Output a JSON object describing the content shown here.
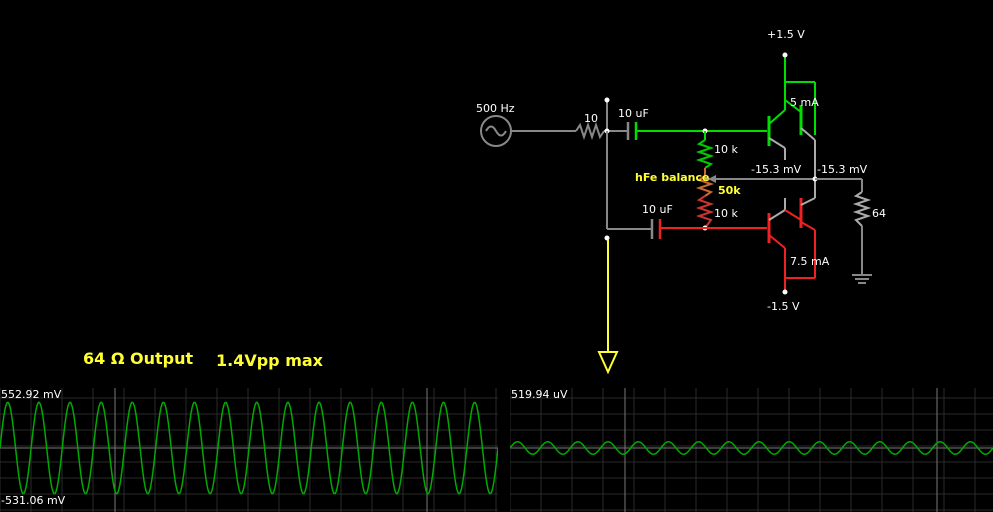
{
  "circuit": {
    "source_label": "500 Hz",
    "input_resistor": "10",
    "cap_top": "10 uF",
    "cap_bottom": "10 uF",
    "res_top": "10 k",
    "res_bottom": "10 k",
    "pot_label": "hFe balance",
    "pot_value": "50k",
    "supply_pos": "+1.5 V",
    "supply_neg": "-1.5 V",
    "current_top": "5 mA",
    "current_bottom": "7.5 mA",
    "node_left_voltage": "-15.3 mV",
    "node_right_voltage": "-15.3 mV",
    "load_resistor": "64",
    "title_output": "64 Ω Output",
    "title_max": "1.4Vpp max"
  },
  "scopes": [
    {
      "top_label": "552.92 mV",
      "bottom_label": "-531.06 mV",
      "trace_color": "#00aa00",
      "cycles": 16,
      "amplitude_fraction": 0.88
    },
    {
      "top_label": "519.94 uV",
      "bottom_label": "",
      "trace_color": "#00aa00",
      "cycles": 16,
      "amplitude_fraction": 0.12
    }
  ]
}
